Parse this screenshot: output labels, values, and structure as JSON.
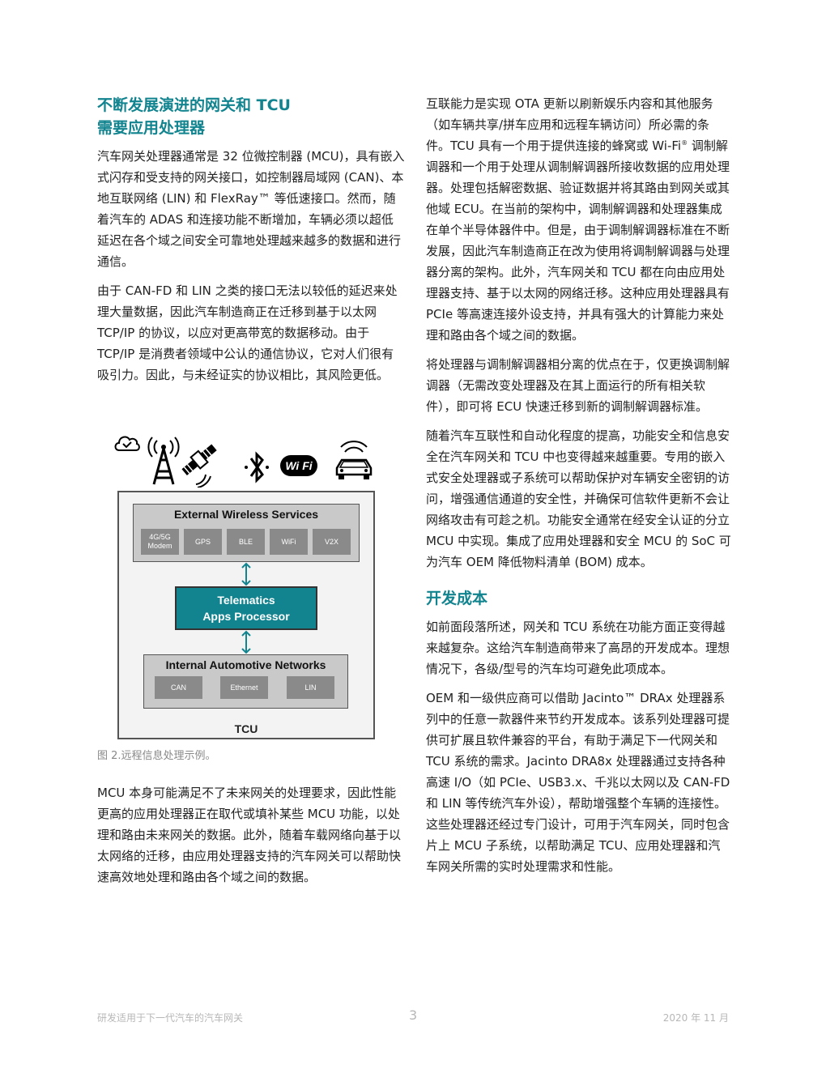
{
  "left": {
    "heading": "不断发展演进的网关和 TCU\n需要应用处理器",
    "p1": "汽车网关处理器通常是 32 位微控制器 (MCU)，具有嵌入式闪存和受支持的网关接口，如控制器局域网 (CAN)、本地互联网络 (LIN) 和 FlexRay™ 等低速接口。然而，随着汽车的 ADAS 和连接功能不断增加，车辆必须以超低延迟在各个域之间安全可靠地处理越来越多的数据和进行通信。",
    "p2": "由于 CAN-FD 和 LIN 之类的接口无法以较低的延迟来处理大量数据，因此汽车制造商正在迁移到基于以太网 TCP/IP 的协议，以应对更高带宽的数据移动。由于 TCP/IP 是消费者领域中公认的通信协议，它对人们很有吸引力。因此，与未经证实的协议相比，其风险更低。",
    "caption": "图 2.远程信息处理示例。",
    "p3": "MCU 本身可能满足不了未来网关的处理要求，因此性能更高的应用处理器正在取代或填补某些 MCU 功能，以处理和路由未来网关的数据。此外，随着车载网络向基于以太网络的迁移，由应用处理器支持的汽车网关可以帮助快速高效地处理和路由各个域之间的数据。"
  },
  "figure": {
    "wireless_title": "External Wireless Services",
    "wireless_chips": [
      "4G/5G\nModem",
      "GPS",
      "BLE",
      "WiFi",
      "V2X"
    ],
    "processor": "Telematics\nApps Processor",
    "network_title": "Internal Automotive Networks",
    "network_chips": [
      "CAN",
      "Ethernet",
      "LIN"
    ],
    "tcu_label": "TCU",
    "wifi_logo": "Wi Fi",
    "accent": "#12848f"
  },
  "right": {
    "p1a": "互联能力是实现 OTA 更新以刷新娱乐内容和其他服务（如车辆共享/拼车应用和远程车辆访问）所必需的条件。TCU 具有一个用于提供连接的蜂窝或 Wi-Fi",
    "p1_sup": "®",
    "p1b": " 调制解调器和一个用于处理从调制解调器所接收数据的应用处理器。处理包括解密数据、验证数据并将其路由到网关或其他域 ECU。在当前的架构中，调制解调器和处理器集成在单个半导体器件中。但是，由于调制解调器标准在不断发展，因此汽车制造商正在改为使用将调制解调器与处理器分离的架构。此外，汽车网关和 TCU 都在向由应用处理器支持、基于以太网的网络迁移。这种应用处理器具有 PCIe 等高速连接外设支持，并具有强大的计算能力来处理和路由各个域之间的数据。",
    "p2": "将处理器与调制解调器相分离的优点在于，仅更换调制解调器（无需改变处理器及在其上面运行的所有相关软件），即可将 ECU 快速迁移到新的调制解调器标准。",
    "p3": "随着汽车互联性和自动化程度的提高，功能安全和信息安全在汽车网关和 TCU 中也变得越来越重要。专用的嵌入式安全处理器或子系统可以帮助保护对车辆安全密钥的访问，增强通信通道的安全性，并确保可信软件更新不会让网络攻击有可趁之机。功能安全通常在经安全认证的分立 MCU 中实现。集成了应用处理器和安全 MCU 的 SoC 可为汽车 OEM 降低物料清单 (BOM) 成本。",
    "heading2": "开发成本",
    "p4": "如前面段落所述，网关和 TCU 系统在功能方面正变得越来越复杂。这给汽车制造商带来了高昂的开发成本。理想情况下，各级/型号的汽车均可避免此项成本。",
    "p5": "OEM 和一级供应商可以借助 Jacinto™ DRAx 处理器系列中的任意一款器件来节约开发成本。该系列处理器可提供可扩展且软件兼容的平台，有助于满足下一代网关和 TCU 系统的需求。Jacinto DRA8x 处理器通过支持各种高速 I/O（如 PCIe、USB3.x、千兆以太网以及 CAN-FD 和 LIN 等传统汽车外设），帮助增强整个车辆的连接性。这些处理器还经过专门设计，可用于汽车网关，同时包含片上 MCU 子系统，以帮助满足 TCU、应用处理器和汽车网关所需的实时处理需求和性能。"
  },
  "footer": {
    "left": "研发适用于下一代汽车的汽车网关",
    "page": "3",
    "right": "2020 年 11 月"
  }
}
